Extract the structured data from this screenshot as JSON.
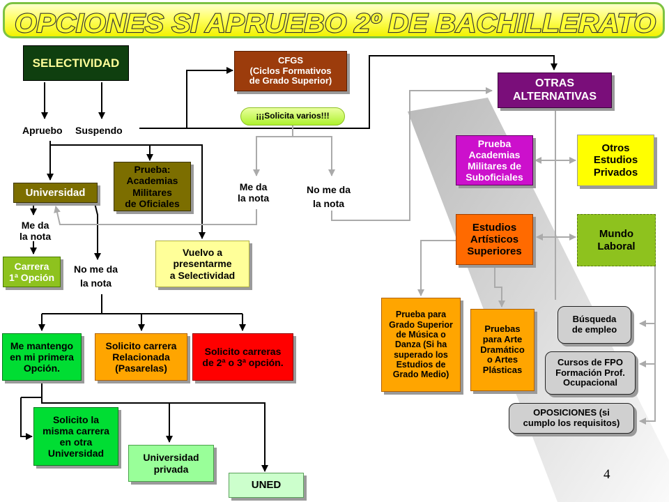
{
  "title": "OPCIONES SI APRUEBO 2º DE BACHILLERATO",
  "page_number": "4",
  "colors": {
    "dark_green": "#0f3f0f",
    "olive": "#7c6e00",
    "brown": "#9c3c0c",
    "purple": "#7a0e7a",
    "magenta": "#cc10cc",
    "yellow": "#ffff00",
    "light_yellow": "#ffff99",
    "lime": "#8ec21e",
    "orange": "#ff6a00",
    "amber": "#ffa500",
    "red": "#ff0000",
    "bright_green": "#00dd33",
    "pale_green": "#99ff99",
    "pale_mint": "#ccffcc",
    "grey": "#d0d0d0"
  },
  "nodes": {
    "selectividad": "SELECTIVIDAD",
    "apruebo": "Apruebo",
    "suspendo": "Suspendo",
    "cfgs": "CFGS\n(Ciclos Formativos\nde Grado Superior)",
    "solicita_varios": "¡¡¡Solicita varios!!!",
    "otras_alternativas": "OTRAS\nALTERNATIVAS",
    "prueba_suboficiales": "Prueba\nAcademias\nMilitares de\nSuboficiales",
    "otros_estudios": "Otros\nEstudios\nPrivados",
    "universidad": "Universidad",
    "prueba_oficiales": "Prueba:\nAcademias\nMilitares\nde Oficiales",
    "me_da_nota_cfgs": "Me da\nla nota",
    "no_me_da_nota_cfgs": "No me da\nla nota",
    "mundo_laboral": "Mundo\nLaboral",
    "me_da_nota_uni": "Me da\nla nota",
    "estudios_artisticos": "Estudios\nArtísticos\nSuperiores",
    "carrera_1a": "Carrera\n1ª Opción",
    "no_me_da_nota_uni": "No me da\nla nota",
    "vuelvo_presentarme": "Vuelvo a\npresentarme\na Selectividad",
    "prueba_musica": "Prueba para\nGrado Superior\nde Música o\nDanza (Si ha\nsuperado los\nEstudios de\nGrado Medio)",
    "pruebas_arte": "Pruebas\npara Arte\nDramático\no Artes\nPlásticas",
    "busqueda_empleo": "Búsqueda\nde empleo",
    "me_mantengo": "Me mantengo\nen  mi primera\nOpción.",
    "solicito_relacionada": "Solicito carrera\nRelacionada\n(Pasarelas)",
    "solicito_2a_3a": "Solicito carreras\nde 2ª o 3ª opción.",
    "cursos_fpo": "Cursos de FPO\nFormación Prof.\nOcupacional",
    "misma_carrera": "Solicito la\nmisma carrera\nen otra\nUniversidad",
    "oposiciones": "OPOSICIONES (si\ncumplo los requisitos)",
    "universidad_privada": "Universidad\nprivada",
    "uned": "UNED"
  }
}
